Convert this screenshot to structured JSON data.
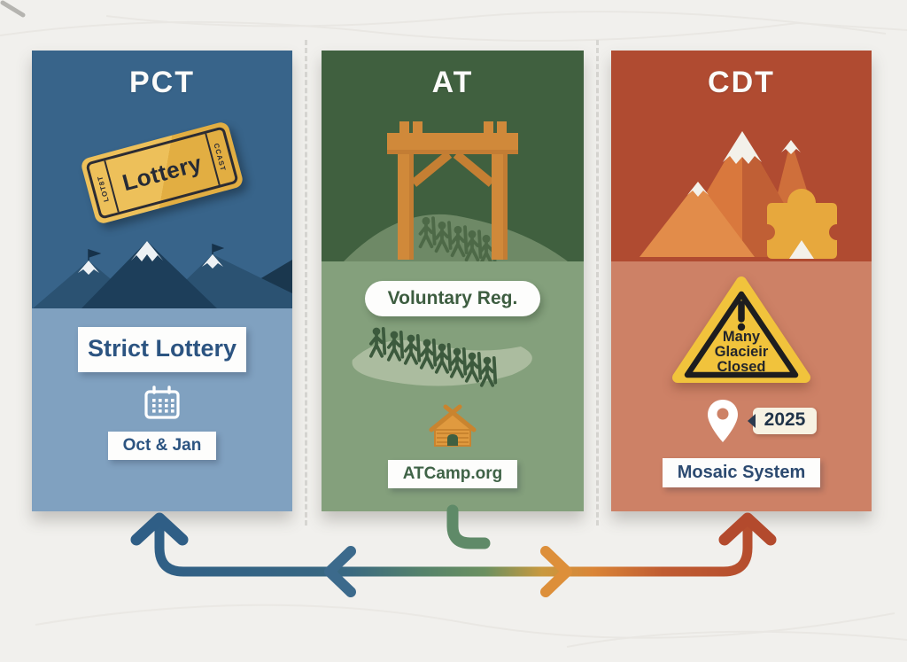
{
  "palette": {
    "background": "#f1f0ed",
    "pct_top": "#38648a",
    "pct_bottom": "#80a1c0",
    "pct_text": "#2c5481",
    "at_top": "#40603f",
    "at_bottom": "#84a07c",
    "at_text": "#3d5d40",
    "cdt_top": "#b04b31",
    "cdt_bottom": "#cd8166",
    "cdt_text": "#2c4a70",
    "ticket_gold": "#e8b64d",
    "wood_orange": "#d0893a",
    "warning_yellow": "#f1c33c",
    "arrow_blue": "#2f5e86",
    "arrow_green": "#5f8a68",
    "arrow_orange": "#dd8f3a",
    "arrow_rust": "#b34a2d"
  },
  "pct": {
    "title": "PCT",
    "ticket_label": "Lottery",
    "ticket_stub_left": "LOT8T",
    "ticket_stub_right": "CCAST",
    "primary_badge": "Strict Lottery",
    "secondary_badge": "Oct & Jan"
  },
  "at": {
    "title": "AT",
    "pill": "Voluntary Reg.",
    "secondary_badge": "ATCamp.org"
  },
  "cdt": {
    "title": "CDT",
    "warning_line1": "Many",
    "warning_line2": "Glacieir",
    "warning_line3": "Closed",
    "year_tag": "2025",
    "secondary_badge": "Mosaic System"
  }
}
